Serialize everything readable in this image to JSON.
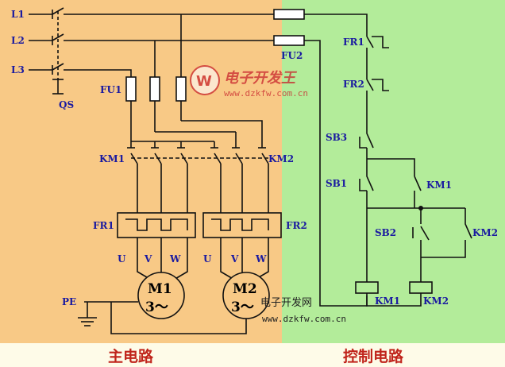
{
  "colors": {
    "main_bg": "#f8c986",
    "control_bg": "#b3ec9a",
    "title_strip": "#fefbe8",
    "label": "#1a1aa0",
    "title": "#c0241b",
    "watermark": "#c8242c"
  },
  "main_circuit": {
    "title": "主电路",
    "lines": [
      "L1",
      "L2",
      "L3"
    ],
    "switch": "QS",
    "fuse": "FU1",
    "contactor_1": "KM1",
    "contactor_2": "KM2",
    "overload_1": "FR1",
    "overload_2": "FR2",
    "motor_1": {
      "name": "M1",
      "phases": "3～",
      "terminals": [
        "U",
        "V",
        "W"
      ]
    },
    "motor_2": {
      "name": "M2",
      "phases": "3～",
      "terminals": [
        "U",
        "V",
        "W"
      ]
    },
    "ground": "PE"
  },
  "control_circuit": {
    "title": "控制电路",
    "fuse": "FU2",
    "overload_1": "FR1",
    "overload_2": "FR2",
    "stop_button": "SB3",
    "start_button_1": "SB1",
    "start_button_2": "SB2",
    "holding_contact_1": "KM1",
    "holding_contact_2": "KM2",
    "coil_1": "KM1",
    "coil_2": "KM2"
  },
  "watermark": {
    "logo_text": "电子开发王",
    "logo_url": "www.dzkfw.com.cn",
    "footer_text": "电子开发网",
    "footer_url": "www.dzkfw.com.cn"
  }
}
